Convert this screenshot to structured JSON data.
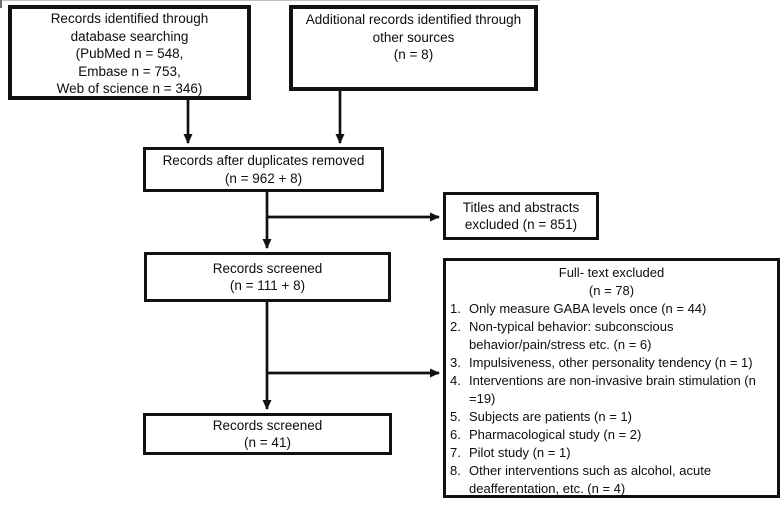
{
  "figure": {
    "type": "prisma-flow-diagram",
    "colors": {
      "background": "#ffffff",
      "ink": "#111111"
    }
  },
  "boxes": {
    "identified": {
      "lines": [
        "Records identified through",
        "database searching",
        "(PubMed n = 548,",
        "Embase n = 753,",
        "Web of science n = 346)"
      ]
    },
    "additional": {
      "lines": [
        "Additional records identified through",
        "other sources",
        "(n = 8)"
      ]
    },
    "duplicates_removed": {
      "lines": [
        "Records after duplicates removed",
        "(n = 962 + 8)"
      ]
    },
    "titles_abstracts_excluded": {
      "lines": [
        "Titles and abstracts",
        "excluded (n = 851)"
      ]
    },
    "records_screened_first": {
      "lines": [
        "Records screened",
        "(n = 111 + 8)"
      ]
    },
    "full_text_excluded": {
      "title_lines": [
        "Full- text excluded",
        "(n = 78)"
      ],
      "items": [
        {
          "num": "1.",
          "text": "Only measure GABA levels once (n = 44)"
        },
        {
          "num": "2.",
          "text": "Non-typical behavior: subconscious behavior/pain/stress etc. (n = 6)"
        },
        {
          "num": "3.",
          "text": "Impulsiveness, other personality tendency (n = 1)"
        },
        {
          "num": "4.",
          "text": "Interventions are non-invasive brain stimulation (n =19)"
        },
        {
          "num": "5.",
          "text": "Subjects are patients (n = 1)"
        },
        {
          "num": "6.",
          "text": "Pharmacological study (n = 2)"
        },
        {
          "num": "7.",
          "text": "Pilot study (n = 1)"
        },
        {
          "num": "8.",
          "text": "Other interventions such as alcohol, acute deafferentation, etc. (n = 4)"
        }
      ]
    },
    "records_screened_final": {
      "lines": [
        "Records screened",
        "(n = 41)"
      ]
    }
  }
}
